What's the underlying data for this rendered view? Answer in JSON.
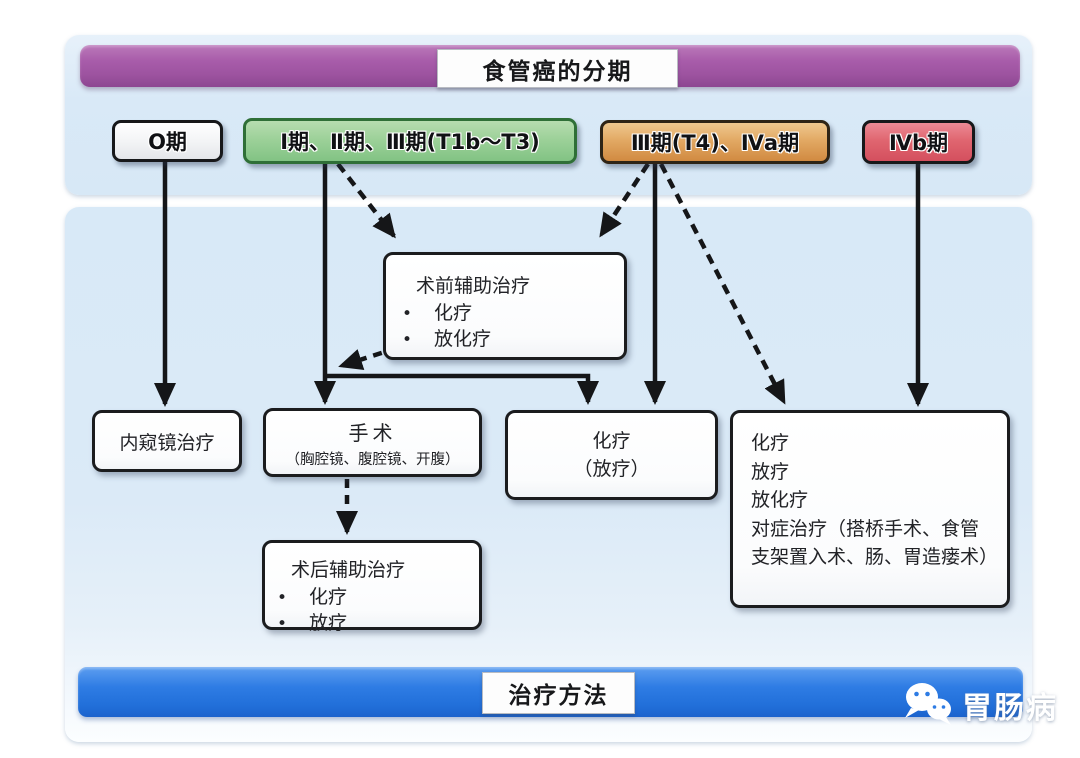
{
  "header": {
    "title": "食管癌的分期"
  },
  "footer": {
    "title": "治疗方法"
  },
  "watermark": {
    "name": "胃肠病"
  },
  "stages": [
    {
      "label": "O期",
      "color": "#f2f3f5"
    },
    {
      "label": "Ⅰ期、Ⅱ期、Ⅲ期(T1b～T3)",
      "color": "#9dd199"
    },
    {
      "label": "Ⅲ期(T4)、Ⅳa期",
      "color": "#e2a964"
    },
    {
      "label": "Ⅳb期",
      "color": "#e06670"
    }
  ],
  "nodes": {
    "preop": {
      "title": "术前辅助治疗",
      "bullets": [
        "化疗",
        "放化疗"
      ]
    },
    "endoscopy": {
      "label": "内窥镜治疗"
    },
    "surgery": {
      "title": "手术",
      "subtitle": "（胸腔镜、腹腔镜、开腹）"
    },
    "chemo": {
      "line1": "化疗",
      "line2": "（放疗）"
    },
    "palliative": {
      "lines": [
        "化疗",
        "放疗",
        "放化疗",
        "对症治疗（搭桥手术、食管支架置入术、肠、胃造瘘术）"
      ]
    },
    "postop": {
      "title": "术后辅助治疗",
      "bullets": [
        "化疗",
        "放疗"
      ]
    }
  },
  "colors": {
    "top_banner": "#9d53a0",
    "bottom_banner": "#2e7ce4",
    "panel_blue": "#d9e9f7",
    "stage_green_border": "#2f6f37",
    "arrow": "#151618"
  }
}
